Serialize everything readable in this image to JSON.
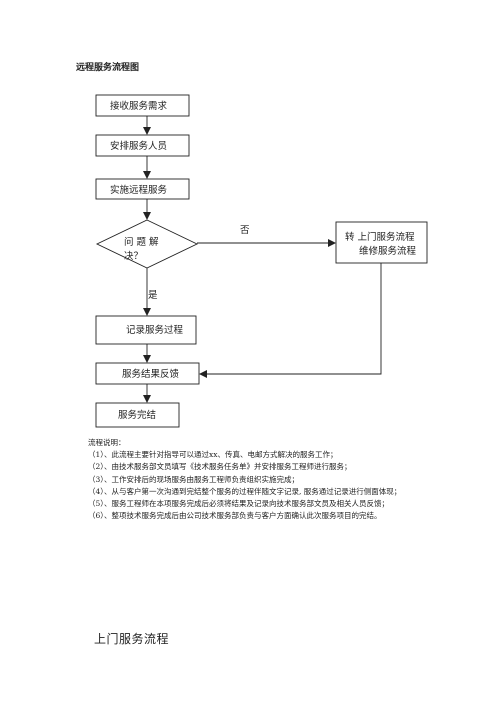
{
  "page_title": "远程服务流程图",
  "flowchart": {
    "nodes": {
      "receive_request": "接收服务需求",
      "assign_staff": "安排服务人员",
      "implement_remote": "实施远程服务",
      "decision_line1": "问 题 解",
      "decision_line2": "决？",
      "transfer_line1": "转 上门服务流程",
      "transfer_line2": "维修服务流程",
      "record_process": "记录服务过程",
      "feedback": "服务结果反馈",
      "complete": "服务完结"
    },
    "edges": {
      "no_label": "否",
      "yes_label": "是"
    }
  },
  "notes": {
    "heading": "流程说明：",
    "items": [
      "（1）、此流程主要针对指导可以通过xx、传真、电邮方式解决的服务工作；",
      "（2）、由技术服务部文员填写《技术服务任务单》并安排服务工程师进行服务；",
      "（3）、工作安排后的现场服务由服务工程师负责组织实施完成；",
      "（4）、从与客户第一次沟通到完结整个服务的过程伴随文字记录, 服务通过记录进行侧面体现；",
      "（5）、服务工程师在本项服务完成后必须将结果及记录向技术服务部文员及相关人员反馈；",
      "（6）、整项技术服务完成后由公司技术服务部负责与客户方面确认此次服务项目的完结。"
    ]
  },
  "next_section_title": "上门服务流程"
}
